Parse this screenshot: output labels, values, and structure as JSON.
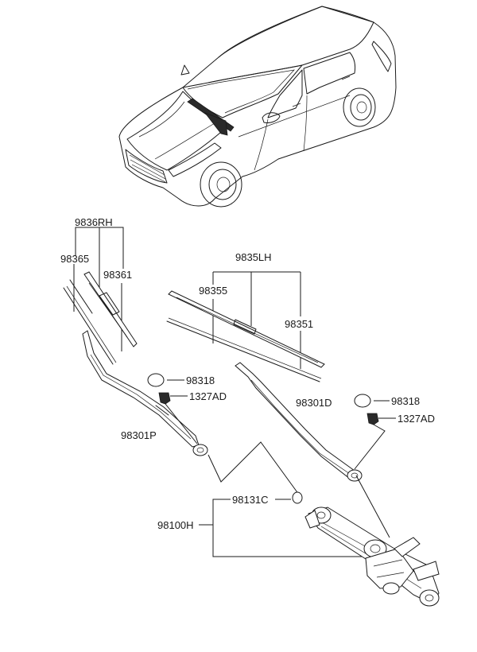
{
  "labels": {
    "p9836rh": "9836RH",
    "p98365": "98365",
    "p98361": "98361",
    "p9835lh": "9835LH",
    "p98355": "98355",
    "p98351": "98351",
    "p98318_left": "98318",
    "p1327ad_left": "1327AD",
    "p98301p": "98301P",
    "p98301d": "98301D",
    "p98318_right": "98318",
    "p1327ad_right": "1327AD",
    "p98131c": "98131C",
    "p98100h": "98100H"
  }
}
